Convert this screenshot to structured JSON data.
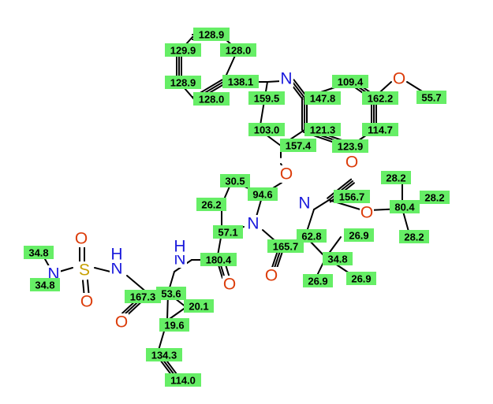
{
  "colors": {
    "bond": "#000000",
    "nitrogen": "#1a1adc",
    "oxygen": "#dc3c0a",
    "sulfur": "#c8a000",
    "label_background": "#66ee66"
  },
  "atom_symbols": {
    "N": "N",
    "NH": "N",
    "H": "H",
    "O": "O",
    "S": "S"
  },
  "shift_labels": [
    "128.9",
    "129.9",
    "128.0",
    "128.9",
    "138.1",
    "128.0",
    "159.5",
    "147.8",
    "109.4",
    "162.2",
    "55.7",
    "103.0",
    "121.3",
    "114.7",
    "157.4",
    "123.9",
    "30.5",
    "94.6",
    "156.7",
    "28.2",
    "28.2",
    "26.2",
    "80.4",
    "28.2",
    "57.1",
    "62.8",
    "26.9",
    "34.8",
    "165.7",
    "180.4",
    "34.8",
    "26.9",
    "26.9",
    "34.8",
    "167.3",
    "53.6",
    "20.1",
    "19.6",
    "134.3",
    "114.0"
  ]
}
